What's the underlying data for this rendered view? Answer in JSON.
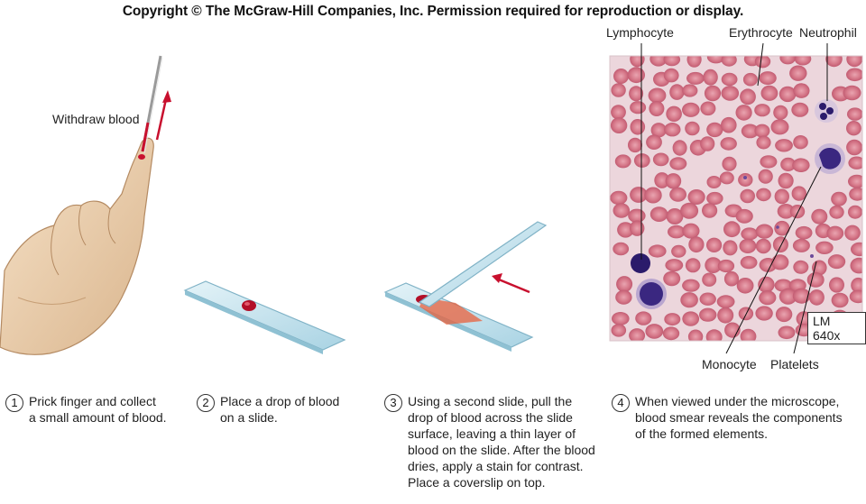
{
  "header": {
    "copyright": "Copyright © The McGraw-Hill Companies, Inc. Permission required for reproduction or display."
  },
  "illustration": {
    "withdraw_label": "Withdraw blood"
  },
  "micrograph": {
    "labels": {
      "lymphocyte": "Lymphocyte",
      "erythrocyte": "Erythrocyte",
      "neutrophil": "Neutrophil",
      "monocyte": "Monocyte",
      "platelets": "Platelets"
    },
    "magnification": "LM 640x"
  },
  "steps": [
    {
      "number": "1",
      "text": "Prick finger and collect\na small amount of blood."
    },
    {
      "number": "2",
      "text": "Place a drop of blood\non a slide."
    },
    {
      "number": "3",
      "text": "Using a second slide, pull the\ndrop of blood across the slide\nsurface, leaving a thin layer of\nblood on the slide. After the blood\ndries, apply a stain for contrast.\nPlace a coverslip on top."
    },
    {
      "number": "4",
      "text": "When viewed under the microscope,\nblood smear reveals the components\nof the formed elements."
    }
  ],
  "colors": {
    "blood": "#c8102e",
    "slide": "#cfe8f1",
    "micrograph_bg": "#ecd6dc",
    "erythrocyte": "#d47082",
    "nucleus": "#2b1b6b"
  }
}
